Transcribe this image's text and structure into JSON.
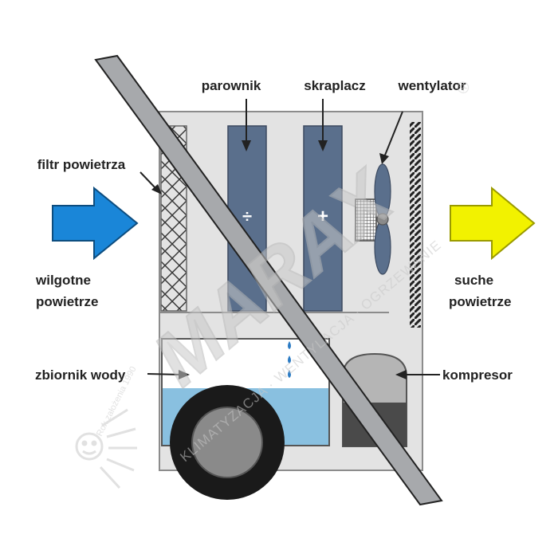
{
  "labels": {
    "evaporator": "parownik",
    "condenser": "skraplacz",
    "fan": "wentylator",
    "air_filter": "filtr powietrza",
    "humid_air_line1": "wilgotne",
    "humid_air_line2": "powietrze",
    "dry_air_line1": "suche",
    "dry_air_line2": "powietrze",
    "water_tank": "zbiornik wody",
    "compressor": "kompresor"
  },
  "symbols": {
    "evaporator_sign": "÷",
    "condenser_sign": "+"
  },
  "watermark": {
    "brand": "MARAX",
    "registered": "®",
    "tagline": "KLIMATYZACJA · WENTYLACJA · OGRZEWANIE",
    "founded": "Rok założenia 1990"
  },
  "colors": {
    "inlet_arrow": "#1a86d8",
    "outlet_arrow": "#f2f200",
    "coil": "#5a6f8c",
    "water": "#89c0e0",
    "housing": "#e3e3e3"
  }
}
